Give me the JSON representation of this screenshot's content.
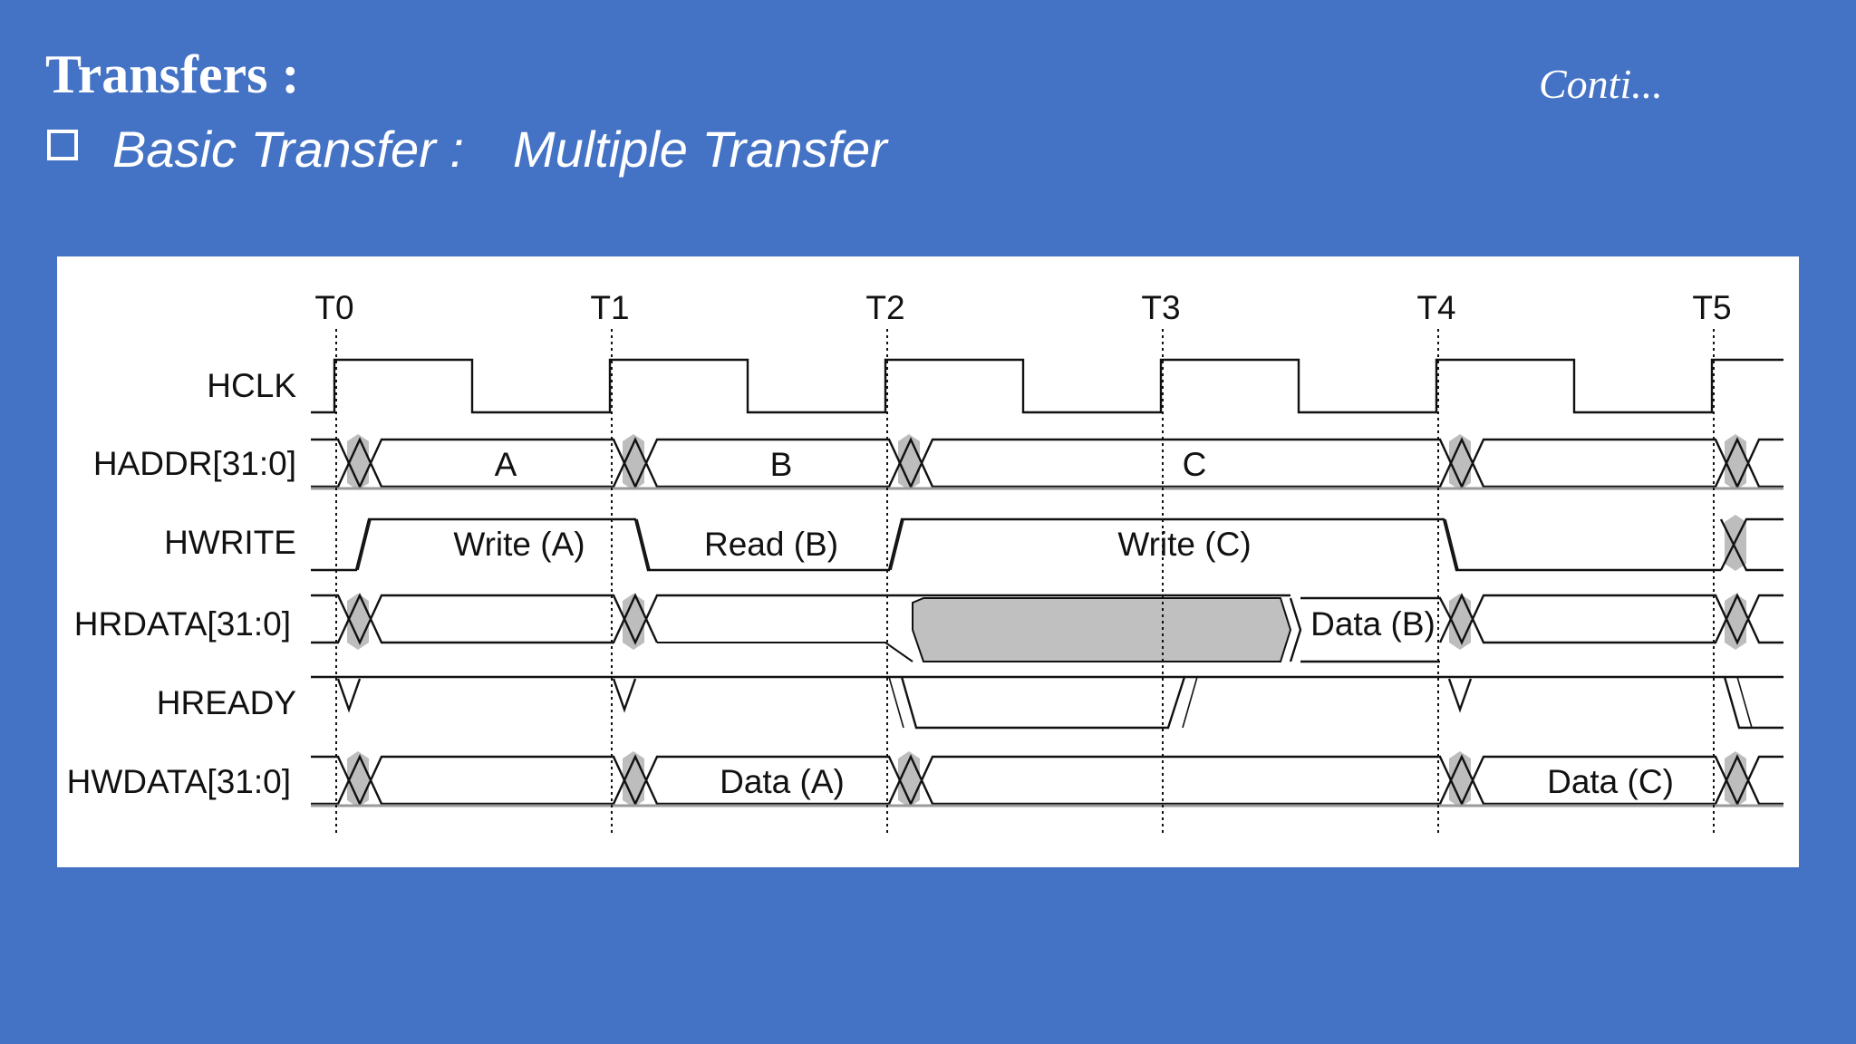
{
  "slide": {
    "title": "Transfers :",
    "conti": "Conti...",
    "bullet": {
      "icon": "checkbox-icon",
      "label": "Basic Transfer :",
      "sublabel": "Multiple Transfer"
    },
    "colors": {
      "background": "#4472c4",
      "panel": "#ffffff",
      "signal": "#111111",
      "fill": "#c0c0c0"
    }
  },
  "diagram": {
    "ticks": [
      "T0",
      "T1",
      "T2",
      "T3",
      "T4",
      "T5"
    ],
    "signals": [
      "HCLK",
      "HADDR[31:0]",
      "HWRITE",
      "HRDATA[31:0]",
      "HREADY",
      "HWDATA[31:0]"
    ],
    "labels": {
      "haddr_a": "A",
      "haddr_b": "B",
      "haddr_c": "C",
      "hwrite_a": "Write (A)",
      "hwrite_b": "Read (B)",
      "hwrite_c": "Write (C)",
      "hrdata_b": "Data (B)",
      "hwdata_a": "Data (A)",
      "hwdata_c": "Data (C)"
    }
  }
}
